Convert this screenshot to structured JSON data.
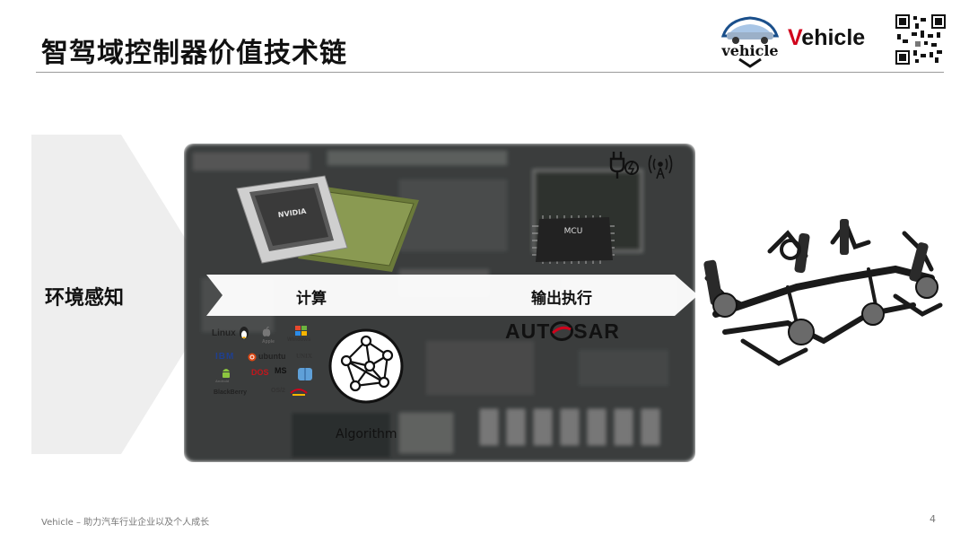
{
  "slide": {
    "title": "智驾域控制器价值技术链",
    "page_number": "4"
  },
  "logo": {
    "brand_prefix": "V",
    "brand_rest": "ehicle",
    "car_text": "vehicle"
  },
  "diagram": {
    "perception_label": "环境感知",
    "compute_label": "计算",
    "output_label": "输出执行",
    "mcu_label": "MCU",
    "algorithm_label": "Algorithm",
    "autosar_left": "AUT",
    "autosar_right": "SAR",
    "gpu_brand": "NVIDIA"
  },
  "os_logos": {
    "linux": "Linux",
    "apple": "Apple",
    "windows": "Windows",
    "ibm": "IBM",
    "ubuntu": "ubuntu",
    "unix": "UNIX",
    "android": "Android",
    "dos": "DOS",
    "ms": "MS",
    "blackberry": "BlackBerry",
    "os2": "OS/2"
  },
  "footer": {
    "text": "Vehicle – 助力汽车行业企业以及个人成长"
  },
  "colors": {
    "brand_red": "#d0021b",
    "band_gray": "#eeeeee",
    "board_dark": "#3b3d3c"
  }
}
